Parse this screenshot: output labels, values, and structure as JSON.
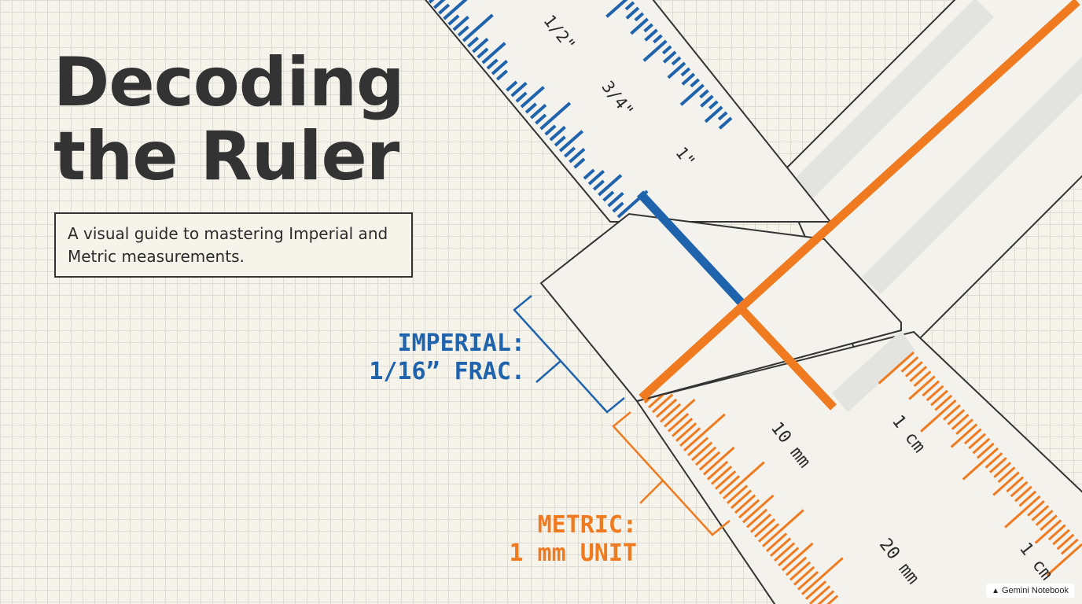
{
  "title": {
    "line1": "Decoding",
    "line2": "the Ruler"
  },
  "subtitle": "A visual guide to mastering Imperial and Metric measurements.",
  "imperial_ruler": {
    "labels": [
      "1/2\"",
      "3/4\"",
      "1\""
    ],
    "color": "#1f63ad"
  },
  "metric_ruler": {
    "mm_labels": [
      "10 mm",
      "20 mm"
    ],
    "cm_labels": [
      "1 cm",
      "1 cm"
    ],
    "color": "#ef7a1f"
  },
  "callouts": {
    "imperial": {
      "line1": "IMPERIAL:",
      "line2": "1/16” FRAC."
    },
    "metric": {
      "line1": "METRIC:",
      "line2": "1 mm UNIT"
    }
  },
  "colors": {
    "background": "#f6f4ea",
    "ink": "#333333",
    "blue": "#1f63ad",
    "orange": "#ef7a1f"
  },
  "watermark": {
    "icon": "gemini-icon",
    "text": "Gemini Notebook"
  }
}
